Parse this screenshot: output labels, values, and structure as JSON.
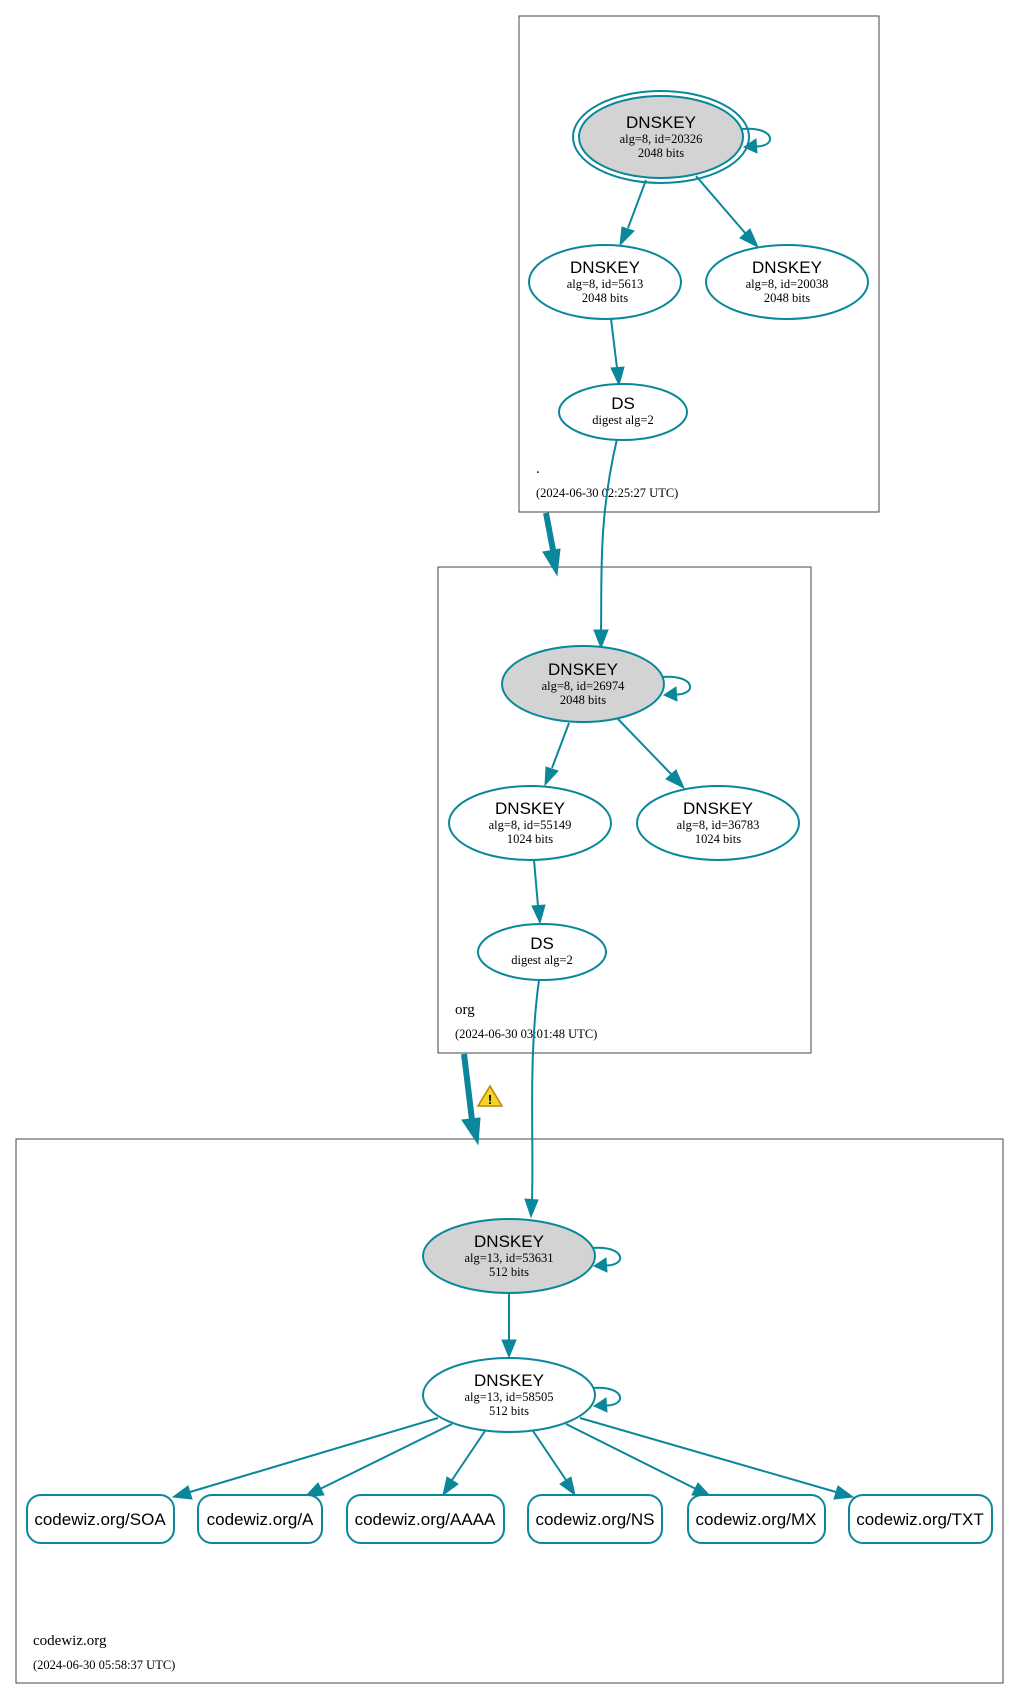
{
  "colors": {
    "accent": "#0a879a",
    "sep_fill": "#d3d3d3",
    "zone_border": "#444444",
    "warning": "#f5d328"
  },
  "zones": {
    "root": {
      "name": ".",
      "timestamp": "(2024-06-30 02:25:27 UTC)"
    },
    "org": {
      "name": "org",
      "timestamp": "(2024-06-30 03:01:48 UTC)"
    },
    "codewiz": {
      "name": "codewiz.org",
      "timestamp": "(2024-06-30 05:58:37 UTC)"
    }
  },
  "nodes": {
    "root_ksk": {
      "title": "DNSKEY",
      "line1": "alg=8, id=20326",
      "line2": "2048 bits"
    },
    "root_zsk1": {
      "title": "DNSKEY",
      "line1": "alg=8, id=5613",
      "line2": "2048 bits"
    },
    "root_zsk2": {
      "title": "DNSKEY",
      "line1": "alg=8, id=20038",
      "line2": "2048 bits"
    },
    "root_ds": {
      "title": "DS",
      "line1": "digest alg=2"
    },
    "org_ksk": {
      "title": "DNSKEY",
      "line1": "alg=8, id=26974",
      "line2": "2048 bits"
    },
    "org_zsk1": {
      "title": "DNSKEY",
      "line1": "alg=8, id=55149",
      "line2": "1024 bits"
    },
    "org_zsk2": {
      "title": "DNSKEY",
      "line1": "alg=8, id=36783",
      "line2": "1024 bits"
    },
    "org_ds": {
      "title": "DS",
      "line1": "digest alg=2"
    },
    "cw_ksk": {
      "title": "DNSKEY",
      "line1": "alg=13, id=53631",
      "line2": "512 bits"
    },
    "cw_zsk": {
      "title": "DNSKEY",
      "line1": "alg=13, id=58505",
      "line2": "512 bits"
    }
  },
  "rrsets": {
    "soa": "codewiz.org/SOA",
    "a": "codewiz.org/A",
    "aaaa": "codewiz.org/AAAA",
    "ns": "codewiz.org/NS",
    "mx": "codewiz.org/MX",
    "txt": "codewiz.org/TXT"
  },
  "icons": {
    "warning": "warning-icon"
  }
}
